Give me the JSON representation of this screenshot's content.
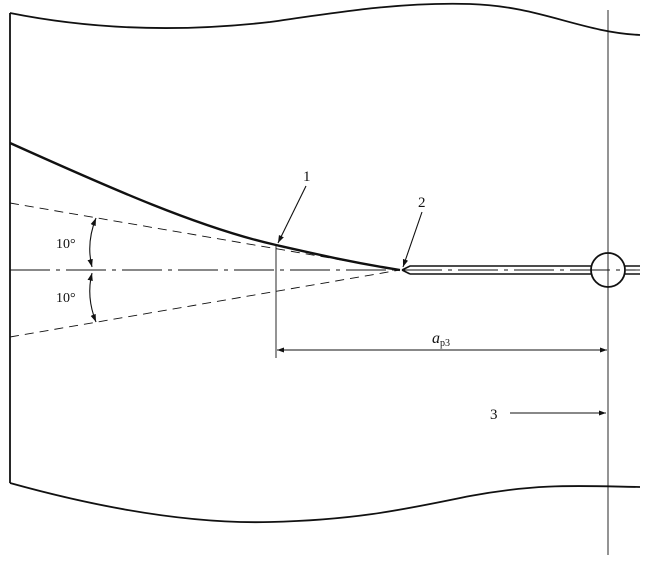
{
  "labels": {
    "marker_1": "1",
    "marker_2": "2",
    "marker_3": "3",
    "angle_upper": "10°",
    "angle_lower": "10°",
    "dimension_symbol": "a",
    "dimension_subscript": "p3"
  },
  "colors": {
    "line": "#111111",
    "background": "#ffffff"
  }
}
